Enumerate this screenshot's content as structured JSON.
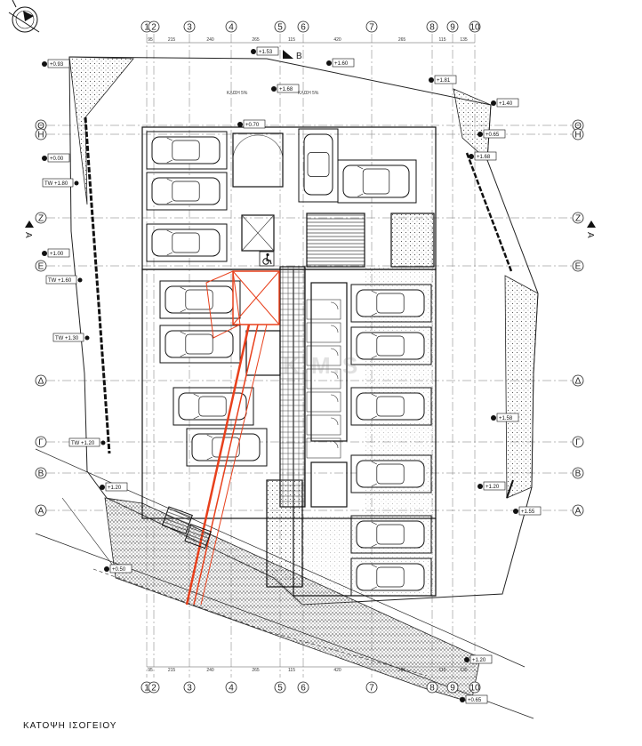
{
  "title": "ΚΑΤΟΨΗ ΙΣΟΓΕΙΟΥ",
  "watermark": "K.M.S",
  "colors": {
    "line": "#1a1a1a",
    "accent": "#e8401c",
    "hatch": "#9a9a9a"
  },
  "grid_columns": [
    "1",
    "2",
    "3",
    "4",
    "5",
    "6",
    "7",
    "8",
    "9",
    "10"
  ],
  "grid_rows": [
    "Θ",
    "Η",
    "Ζ",
    "Ε",
    "Δ",
    "Γ",
    "Β",
    "Α"
  ],
  "column_dimensions": [
    "95",
    "215",
    "240",
    "265",
    "115",
    "420",
    "265",
    "115",
    "135"
  ],
  "section_marks": [
    "B",
    "A"
  ],
  "level_tags": [
    "+0.93",
    "+1.53",
    "+1.60",
    "+1.81",
    "+1.40",
    "+0.65",
    "+1.68",
    "+0.00",
    "+1.68",
    "+1.00",
    "+1.58",
    "+1.20",
    "+1.20",
    "+1.55",
    "+0.50",
    "+1.20",
    "+0.65",
    "+0.70"
  ],
  "tw_tags": [
    "TW +1.80",
    "TW +1.60",
    "TW +1.30",
    "TW +1.20"
  ],
  "slope_labels": [
    "ΚΛΙΣΗ 5%",
    "ΚΛΙΣΗ 5%"
  ],
  "icons": [
    "north-arrow-icon",
    "wheelchair-icon",
    "car-icon",
    "stair-icon",
    "lift-icon"
  ]
}
